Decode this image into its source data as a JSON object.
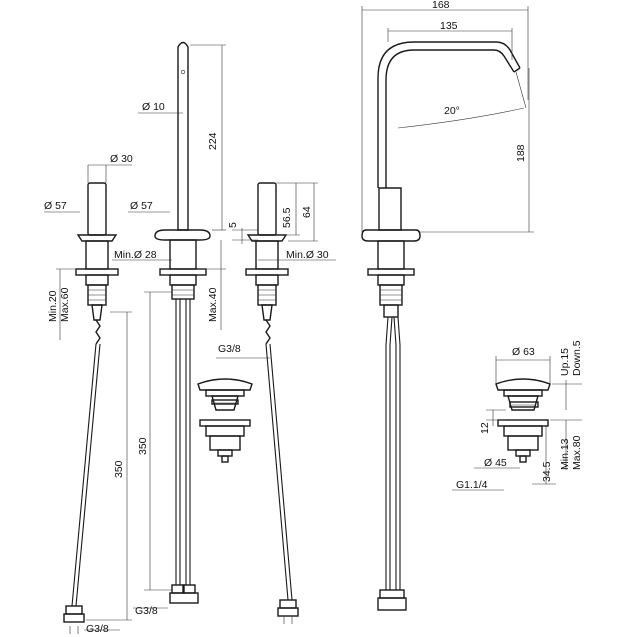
{
  "dimensions": {
    "d30_left": "Ø 30",
    "d57_left": "Ø 57",
    "d57_mid": "Ø 57",
    "d10": "Ø 10",
    "h224": "224",
    "min_d28": "Min.Ø 28",
    "min20_max60": "Min.20\nMax.60",
    "min20": "Min.20",
    "max60": "Max.60",
    "max40": "Max.40",
    "h5": "5",
    "h56_5": "56.5",
    "h64": "64",
    "min_d30": "Min.Ø 30",
    "g38_right": "G3/8",
    "h350_left": "350",
    "h350_mid": "350",
    "g38_mid": "G3/8",
    "g38_left": "G3/8",
    "w168": "168",
    "w135": "135",
    "angle20": "20°",
    "h188": "188",
    "d63": "Ø 63",
    "up15": "Up.15",
    "down5": "Down.5",
    "h12": "12",
    "min13": "Min.13",
    "max80": "Max.80",
    "d45": "Ø 45",
    "h34_5": "34.5",
    "g1_1_4": "G1.1/4"
  }
}
